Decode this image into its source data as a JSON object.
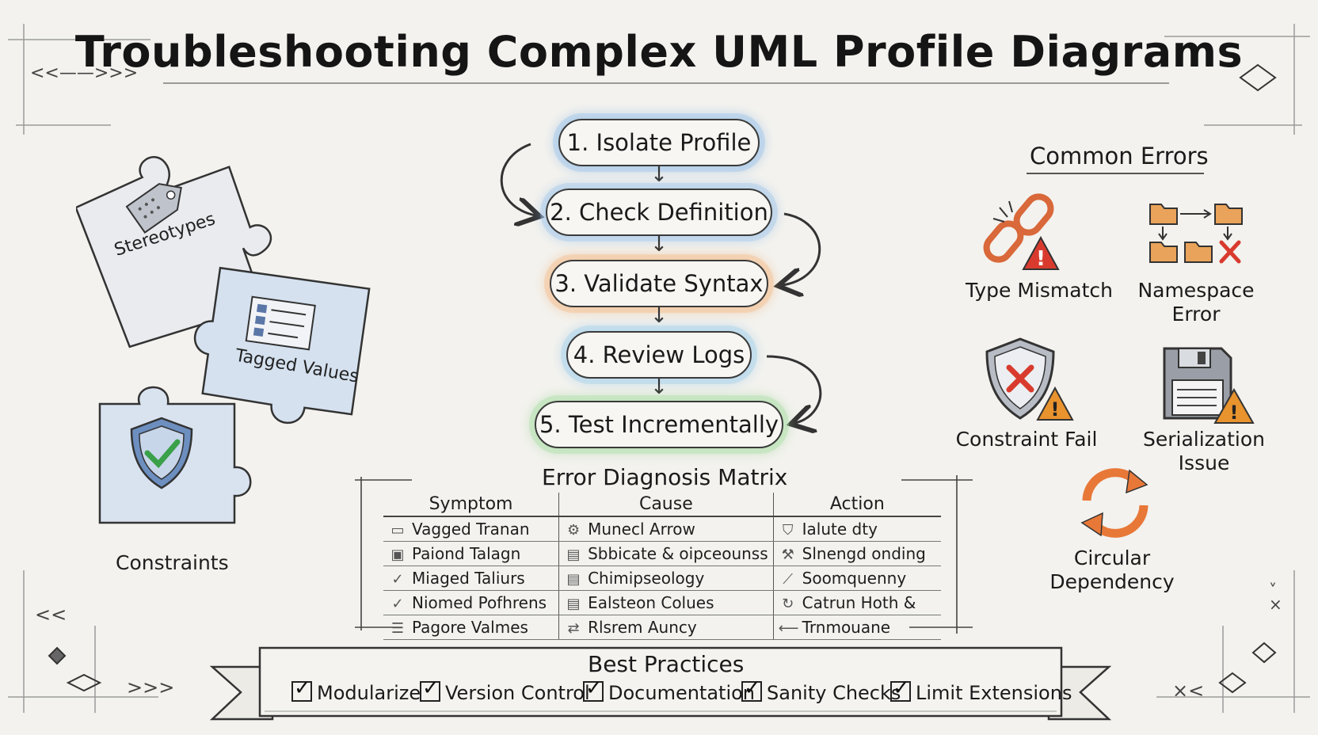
{
  "title": "Troubleshooting Complex UML Profile Diagrams",
  "steps": [
    {
      "label": "1. Isolate Profile",
      "color": "#7aaee0"
    },
    {
      "label": "2. Check Definition",
      "color": "#88b8e6"
    },
    {
      "label": "3. Validate Syntax",
      "color": "#f0a868"
    },
    {
      "label": "4. Review Logs",
      "color": "#88c0e8"
    },
    {
      "label": "5. Test Incrementally",
      "color": "#8fd08a"
    }
  ],
  "puzzle": {
    "stereotypes": "Stereotypes",
    "tagged_values": "Tagged Values",
    "constraints": "Constraints"
  },
  "common_errors": {
    "title": "Common Errors",
    "items": [
      {
        "label": "Type Mismatch",
        "icon": "broken-chain-icon"
      },
      {
        "label": "Namespace Error",
        "icon": "folder-tree-icon"
      },
      {
        "label": "Constraint Fail",
        "icon": "shield-x-icon"
      },
      {
        "label": "Serialization Issue",
        "icon": "floppy-warning-icon"
      },
      {
        "label": "Circular Dependency",
        "icon": "cycle-arrows-icon"
      }
    ]
  },
  "matrix": {
    "title": "Error Diagnosis Matrix",
    "headers": [
      "Symptom",
      "Cause",
      "Action"
    ],
    "rows": [
      [
        "Vagged Tranan",
        "Munecl Arrow",
        "Ialute dty"
      ],
      [
        "Paiond Talagn",
        "Sbbicate & oipceounss",
        "Slnengd onding"
      ],
      [
        "Miaged Taliurs",
        "Chimipseology",
        "Soomquenny"
      ],
      [
        "Niomed Pofhrens",
        "Ealsteon Colues",
        "Catrun Hoth &"
      ],
      [
        "Pagore Valmes",
        "Rlsrem Auncy",
        "Trnmouane"
      ]
    ]
  },
  "best_practices": {
    "title": "Best Practices",
    "items": [
      "Modularize",
      "Version Control",
      "Documentation",
      "Sanity Checks",
      "Limit Extensions"
    ]
  },
  "decor": {
    "left_arrows": "<<——>>>",
    "bottom_left_chevrons": "<<",
    "bottom_left_arrows": ">>>",
    "bottom_right_x": "×<",
    "right_chevrons": "˅\n×"
  }
}
